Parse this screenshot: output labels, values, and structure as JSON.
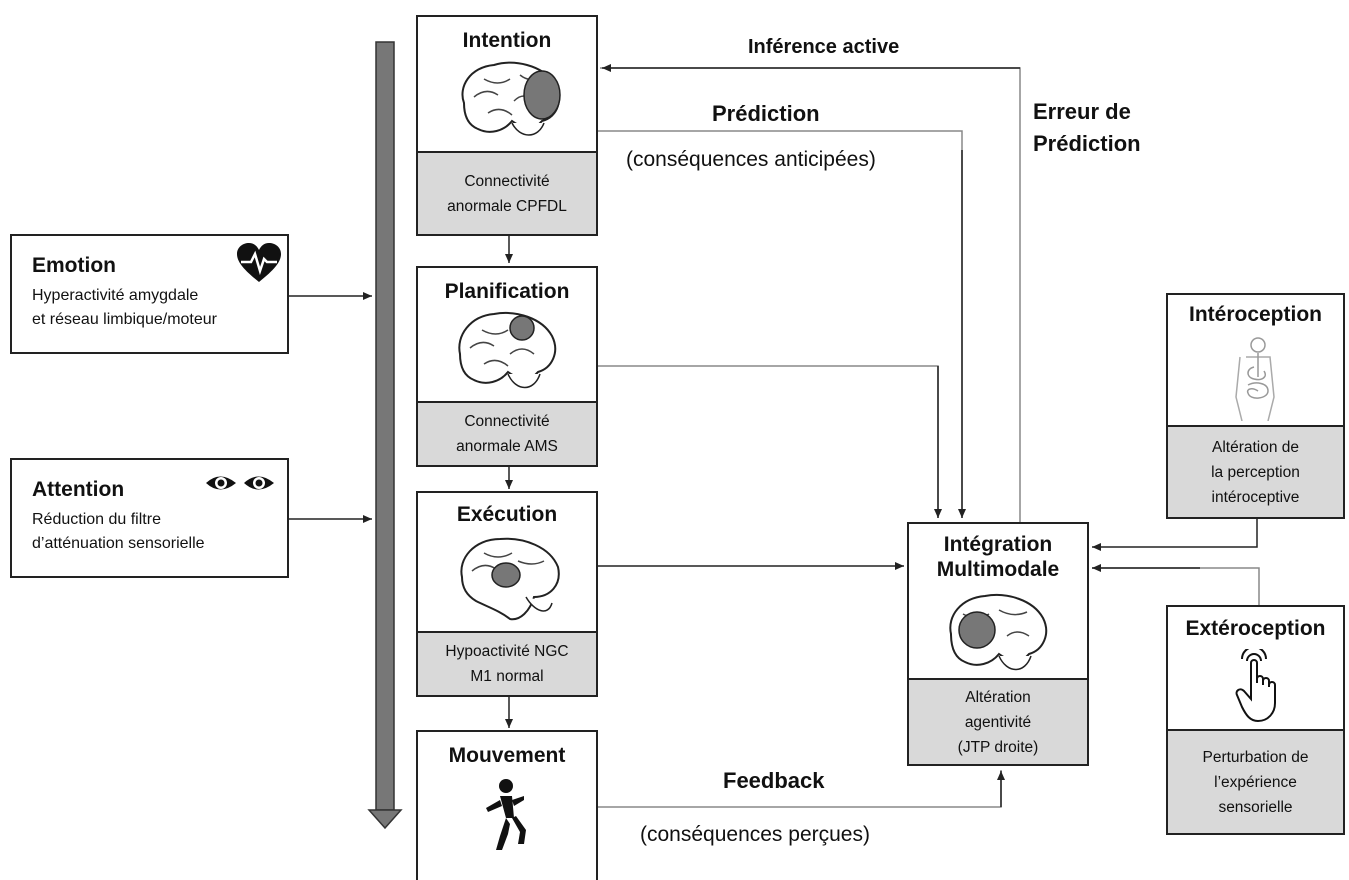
{
  "intention": {
    "title": "Intention",
    "caption": [
      "Connectivité",
      "anormale CPFDL"
    ]
  },
  "planification": {
    "title": "Planification",
    "caption": [
      "Connectivité",
      "anormale AMS"
    ]
  },
  "execution": {
    "title": "Exécution",
    "caption": [
      "Hypoactivité NGC",
      "M1 normal"
    ]
  },
  "mouvement": {
    "title": "Mouvement"
  },
  "integration": {
    "title": [
      "Intégration",
      "Multimodale"
    ],
    "caption": [
      "Altération",
      "agentivité",
      "(JTP droite)"
    ]
  },
  "interoception": {
    "title": "Intéroception",
    "caption": [
      "Altération de",
      "la perception",
      "intéroceptive"
    ]
  },
  "exteroception": {
    "title": "Extéroception",
    "caption": [
      "Perturbation de",
      "l’expérience",
      "sensorielle"
    ]
  },
  "emotion": {
    "title": "Emotion",
    "desc": [
      "Hyperactivité amygdale",
      "et réseau limbique/moteur"
    ]
  },
  "attention": {
    "title": "Attention",
    "desc": [
      "Réduction du filtre",
      "d’atténuation sensorielle"
    ]
  },
  "labels": {
    "inference": "Inférence active",
    "erreur": [
      "Erreur de",
      "Prédiction"
    ],
    "prediction": "Prédiction",
    "prediction_sub": "(conséquences anticipées)",
    "feedback": "Feedback",
    "feedback_sub": "(conséquences perçues)"
  }
}
